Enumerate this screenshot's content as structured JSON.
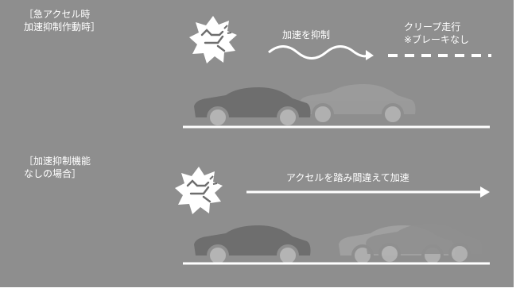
{
  "scenario_braking": {
    "title": "［急アクセル時\n加速抑制作動時］",
    "arrow_label": "加速を抑制",
    "creep_label": "クリープ走行\n※ブレーキなし"
  },
  "scenario_no_system": {
    "title": "［加速抑制機能\nなしの場合］",
    "arrow_label": "アクセルを踏み間違えて加速"
  },
  "colors": {
    "background": "#8e8e8e",
    "text": "#ffffff",
    "car_dark": "#6e6e6e",
    "car_light": "#9c9c9c",
    "road": "#ffffff"
  },
  "icons": [
    "foot-pedal-burst-icon",
    "foot-pedal-burst-icon"
  ]
}
